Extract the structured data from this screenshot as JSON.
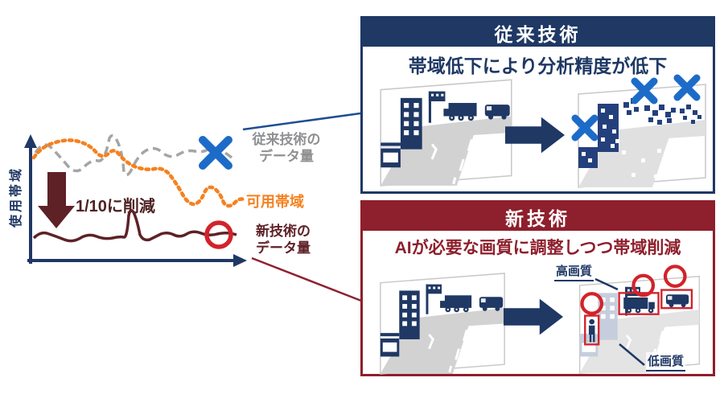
{
  "chart": {
    "y_axis_label": "使用帯域",
    "reduction_label": "1/10に削減",
    "legend": {
      "conventional": [
        "従来技術の",
        "データ量"
      ],
      "available": "可用帯域",
      "new": [
        "新技術の",
        "データ量"
      ]
    }
  },
  "conventional_panel": {
    "title": "従来技術",
    "description": "帯域低下により分析精度が低下"
  },
  "new_panel": {
    "title": "新技術",
    "description": "AIが必要な画質に調整しつつ帯域削減",
    "high_quality_label": "高画質",
    "low_quality_label": "低画質"
  },
  "icons": {
    "x_mark": "✕",
    "circle_mark": "◯",
    "reduction_arrow": "⬇",
    "flow_arrow": "➡"
  },
  "colors": {
    "navy": "#1f3864",
    "dark_red": "#8e1f2c",
    "maroon_line": "#5e2126",
    "blue_x": "#1d6bc8",
    "orange": "#f5811f",
    "gray_line": "#a5a5a5",
    "red_circle": "#d2232a"
  }
}
